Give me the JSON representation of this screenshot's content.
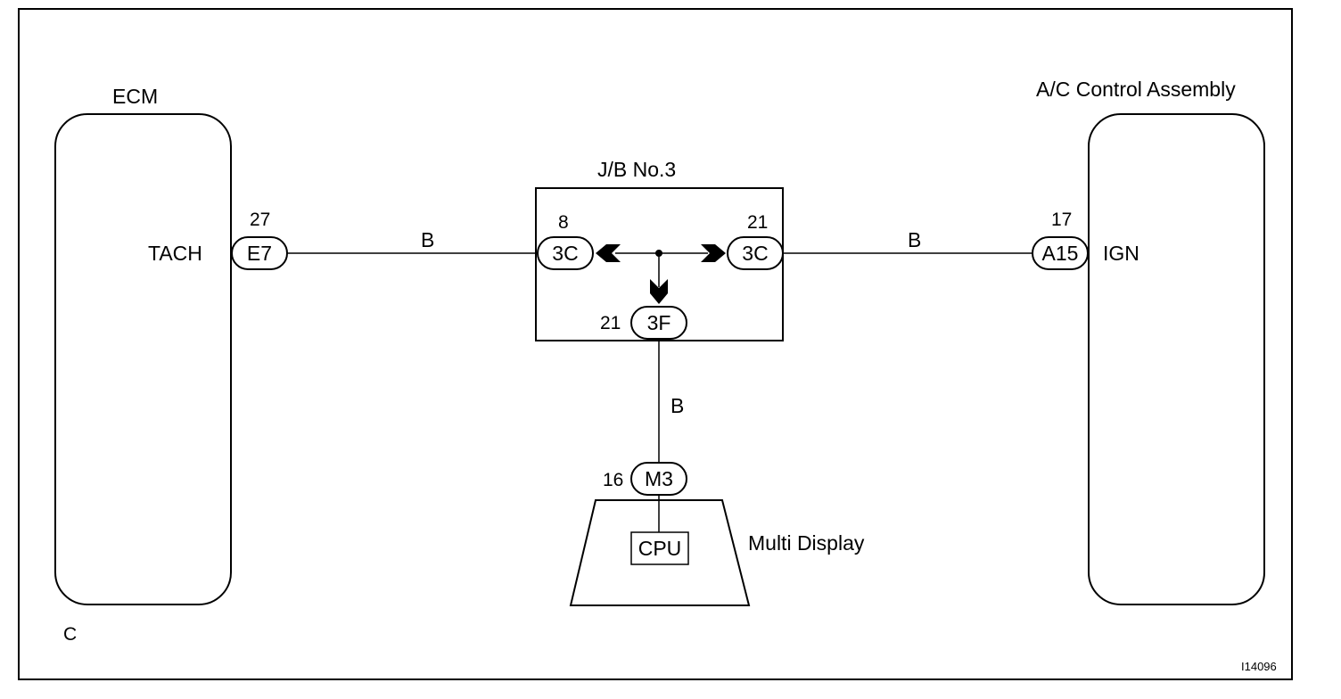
{
  "components": {
    "ecm": {
      "title": "ECM",
      "terminal_name": "TACH",
      "pin": "27",
      "connector": "E7"
    },
    "ac_control": {
      "title": "A/C Control Assembly",
      "terminal_name": "IGN",
      "pin": "17",
      "connector": "A15"
    },
    "junction_block": {
      "title": "J/B No.3",
      "left": {
        "pin": "8",
        "connector": "3C"
      },
      "right": {
        "pin": "21",
        "connector": "3C"
      },
      "bottom": {
        "pin": "21",
        "connector": "3F"
      }
    },
    "multi_display": {
      "title": "Multi Display",
      "pin": "16",
      "connector": "M3",
      "inner_label": "CPU"
    }
  },
  "wires": {
    "ecm_to_jb": "B",
    "jb_to_ac": "B",
    "jb_to_display": "B"
  },
  "footer": {
    "corner_letter": "C",
    "figure_id": "I14096"
  }
}
